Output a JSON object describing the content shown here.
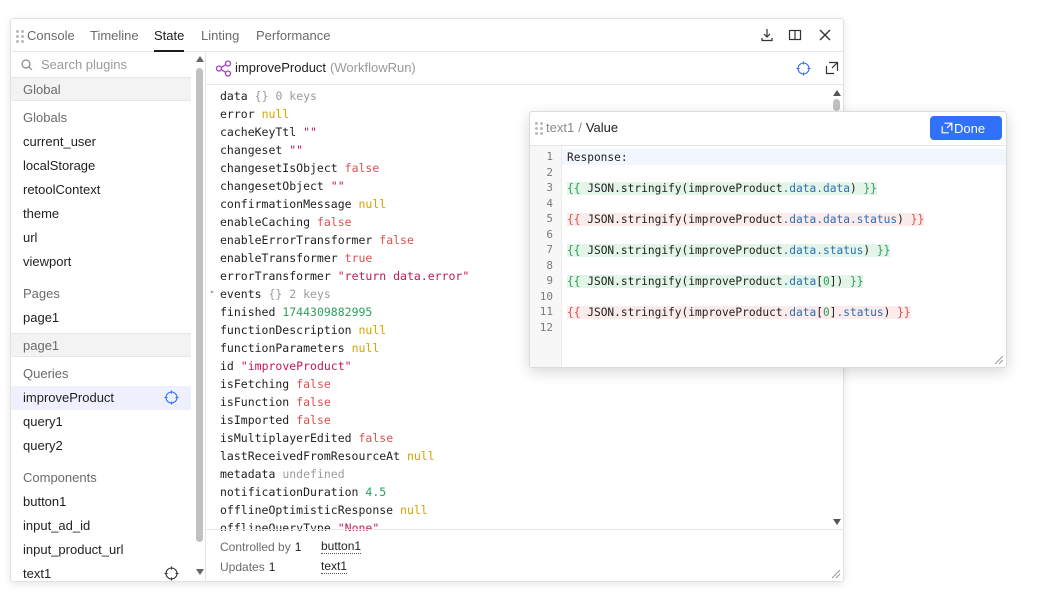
{
  "tabs": [
    {
      "label": "Console"
    },
    {
      "label": "Timeline"
    },
    {
      "label": "State"
    },
    {
      "label": "Linting"
    },
    {
      "label": "Performance"
    }
  ],
  "sidebar": {
    "search_placeholder": "Search plugins",
    "header_global": "Global",
    "section_globals": "Globals",
    "globals": [
      "current_user",
      "localStorage",
      "retoolContext",
      "theme",
      "url",
      "viewport"
    ],
    "section_pages": "Pages",
    "pages": [
      "page1"
    ],
    "header_page": "page1",
    "section_queries": "Queries",
    "queries": [
      "improveProduct",
      "query1",
      "query2"
    ],
    "section_components": "Components",
    "components": [
      "button1",
      "input_ad_id",
      "input_product_url",
      "text1"
    ]
  },
  "content": {
    "title": "improveProduct",
    "type": "(WorkflowRun)",
    "rows": [
      {
        "key": "data",
        "meta_braces": "{}",
        "meta": "0 keys"
      },
      {
        "key": "error",
        "value": "null",
        "kind": "null"
      },
      {
        "key": "cacheKeyTtl",
        "value": "\"\"",
        "kind": "str"
      },
      {
        "key": "changeset",
        "value": "\"\"",
        "kind": "str"
      },
      {
        "key": "changesetIsObject",
        "value": "false",
        "kind": "bool"
      },
      {
        "key": "changesetObject",
        "value": "\"\"",
        "kind": "str"
      },
      {
        "key": "confirmationMessage",
        "value": "null",
        "kind": "null"
      },
      {
        "key": "enableCaching",
        "value": "false",
        "kind": "bool"
      },
      {
        "key": "enableErrorTransformer",
        "value": "false",
        "kind": "bool"
      },
      {
        "key": "enableTransformer",
        "value": "true",
        "kind": "bool"
      },
      {
        "key": "errorTransformer",
        "value": "\"return data.error\"",
        "kind": "str"
      },
      {
        "key": "events",
        "meta_braces": "{}",
        "meta": "2 keys",
        "expandable": true
      },
      {
        "key": "finished",
        "value": "1744309882995",
        "kind": "num"
      },
      {
        "key": "functionDescription",
        "value": "null",
        "kind": "null"
      },
      {
        "key": "functionParameters",
        "value": "null",
        "kind": "null"
      },
      {
        "key": "id",
        "value": "\"improveProduct\"",
        "kind": "str"
      },
      {
        "key": "isFetching",
        "value": "false",
        "kind": "bool"
      },
      {
        "key": "isFunction",
        "value": "false",
        "kind": "bool"
      },
      {
        "key": "isImported",
        "value": "false",
        "kind": "bool"
      },
      {
        "key": "isMultiplayerEdited",
        "value": "false",
        "kind": "bool"
      },
      {
        "key": "lastReceivedFromResourceAt",
        "value": "null",
        "kind": "null"
      },
      {
        "key": "metadata",
        "value": "undefined",
        "kind": "undef"
      },
      {
        "key": "notificationDuration",
        "value": "4.5",
        "kind": "num"
      },
      {
        "key": "offlineOptimisticResponse",
        "value": "null",
        "kind": "null"
      },
      {
        "key": "offlineQueryType",
        "value": "\"None\"",
        "kind": "str"
      }
    ],
    "footer": {
      "controlled_label": "Controlled by",
      "controlled_count": "1",
      "controlled_link": "button1",
      "updates_label": "Updates",
      "updates_count": "1",
      "updates_link": "text1"
    }
  },
  "popover": {
    "crumb_parent": "text1",
    "crumb_sep": "/",
    "crumb_current": "Value",
    "done_label": "Done",
    "line_numbers": [
      "1",
      "2",
      "3",
      "4",
      "5",
      "6",
      "7",
      "8",
      "9",
      "10",
      "11",
      "12"
    ],
    "code": {
      "line1": "Response:",
      "open": "{{",
      "close": "}}",
      "json": "JSON",
      "stringify": ".stringify(",
      "paren_close": ")",
      "ident": "improveProduct",
      "dot_data": ".data",
      "dot_status": ".status",
      "idx_open": "[",
      "idx_zero": "0",
      "idx_close": "]"
    }
  },
  "colors": {
    "accent": "#3170f9",
    "null": "#d3a500",
    "bool": "#d9534f",
    "string": "#c2185b",
    "number": "#2e9e5b",
    "query_icon": "#a23fc3"
  },
  "icons": {
    "tab_grip": "drag-grip-icon",
    "download": "download-icon",
    "split": "split-view-icon",
    "close": "close-icon",
    "search": "search-icon",
    "target": "crosshair-target-icon",
    "workflow": "workflow-share-icon",
    "pop_out": "pop-out-icon"
  }
}
